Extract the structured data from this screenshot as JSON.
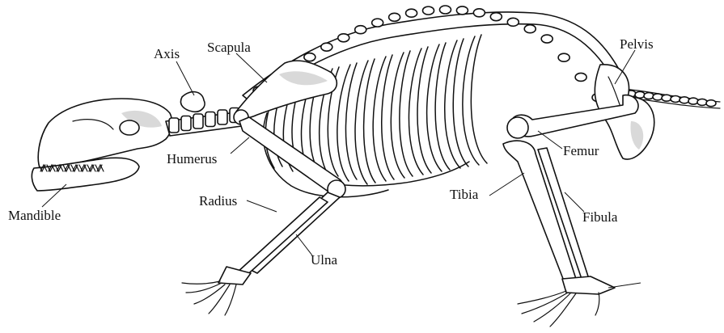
{
  "labels": {
    "axis": "Axis",
    "scapula": "Scapula",
    "pelvis": "Pelvis",
    "humerus": "Humerus",
    "mandible": "Mandible",
    "radius": "Radius",
    "ulna": "Ulna",
    "tibia": "Tibia",
    "femur": "Femur",
    "fibula": "Fibula"
  }
}
